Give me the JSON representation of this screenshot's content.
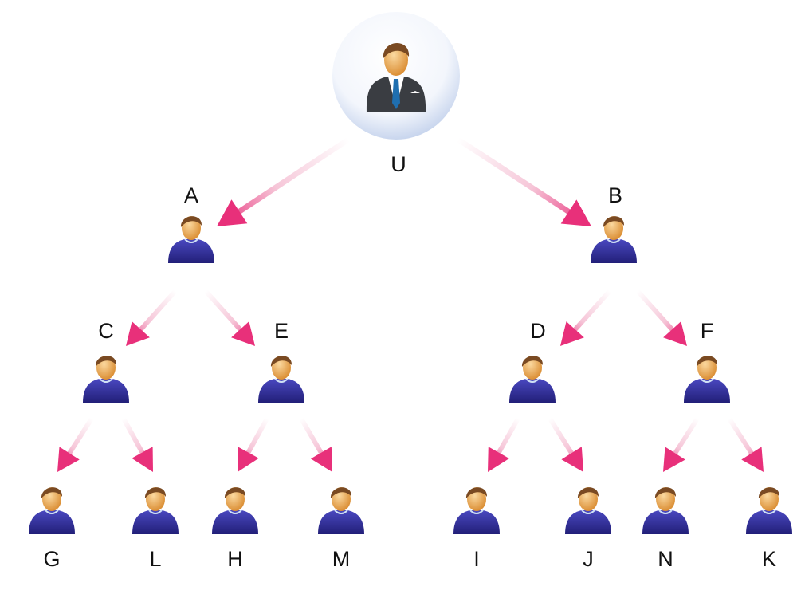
{
  "diagram": {
    "type": "tree",
    "root": "U",
    "nodes": [
      "U",
      "A",
      "B",
      "C",
      "E",
      "D",
      "F",
      "G",
      "L",
      "H",
      "M",
      "I",
      "J",
      "N",
      "K"
    ],
    "edges": [
      [
        "U",
        "A"
      ],
      [
        "U",
        "B"
      ],
      [
        "A",
        "C"
      ],
      [
        "A",
        "E"
      ],
      [
        "B",
        "D"
      ],
      [
        "B",
        "F"
      ],
      [
        "C",
        "G"
      ],
      [
        "C",
        "L"
      ],
      [
        "E",
        "H"
      ],
      [
        "E",
        "M"
      ],
      [
        "D",
        "I"
      ],
      [
        "D",
        "J"
      ],
      [
        "F",
        "N"
      ],
      [
        "F",
        "K"
      ]
    ],
    "colors": {
      "arrow": "#e8307a",
      "arrow_light": "#f6c6d8",
      "shirt": "#2e2a8c",
      "skin": "#e8a650",
      "hair": "#7a4a22",
      "suit": "#3a3d42",
      "tie": "#1f6fb0"
    }
  }
}
